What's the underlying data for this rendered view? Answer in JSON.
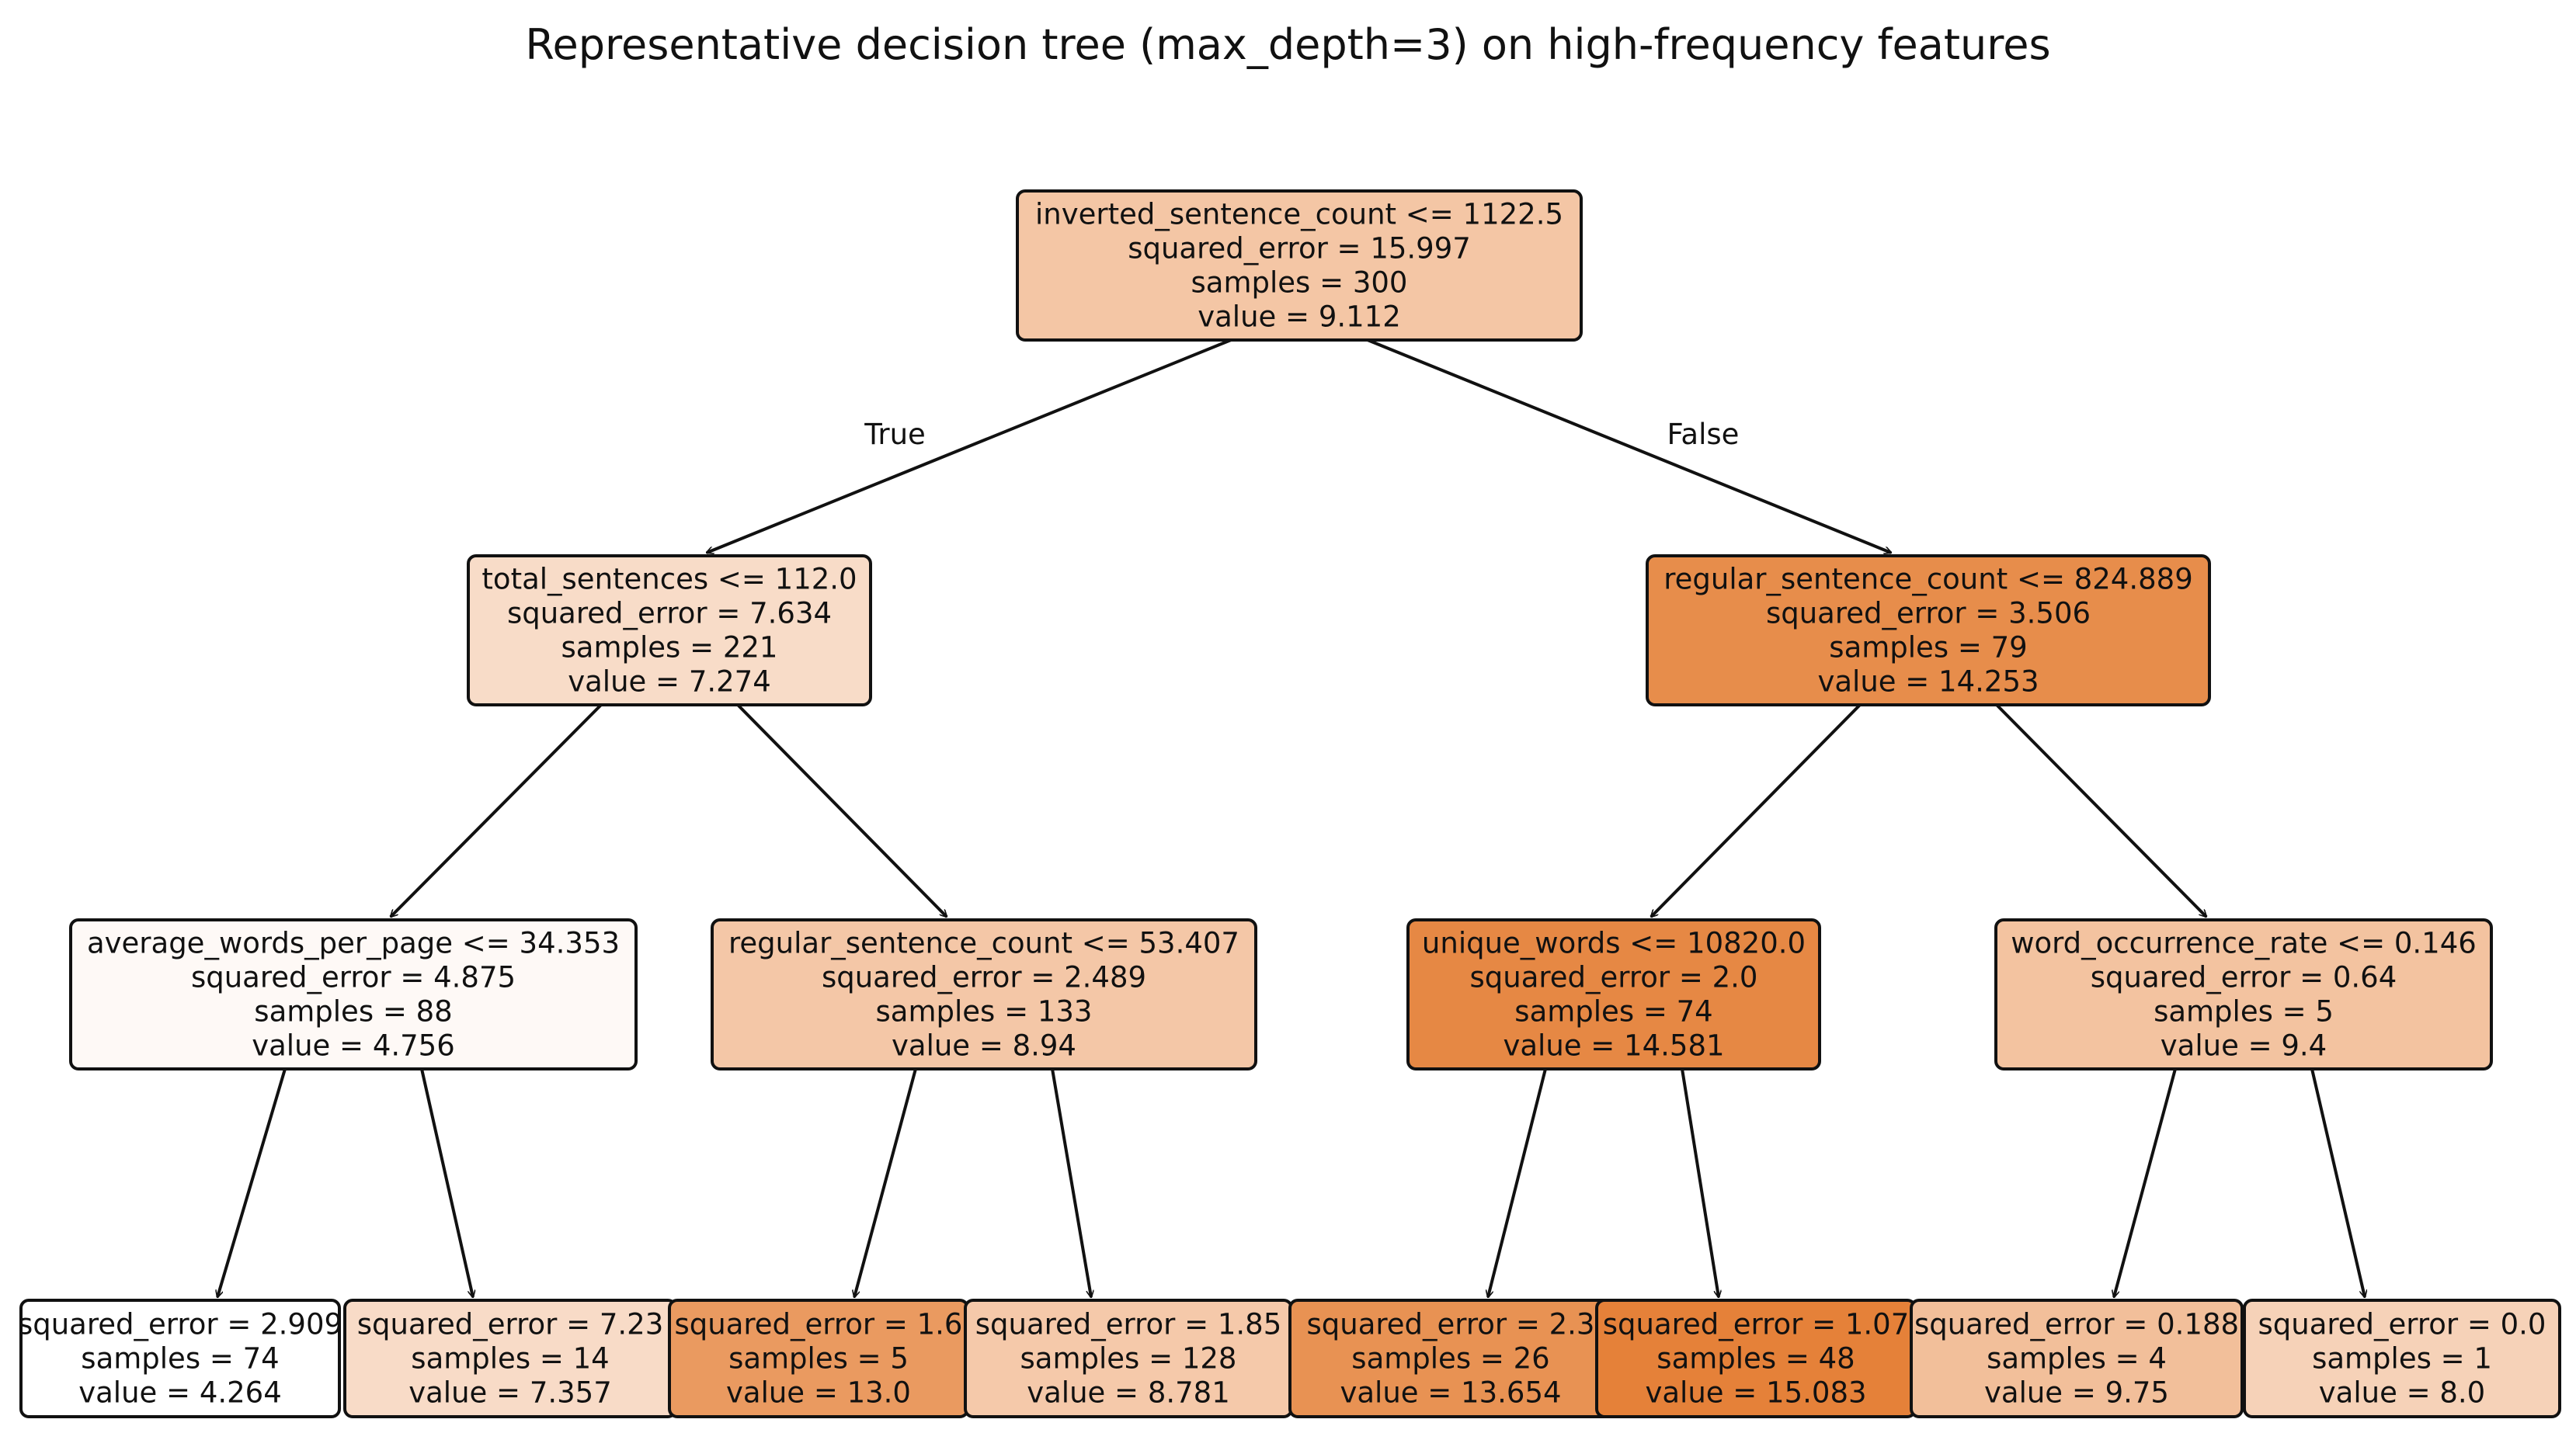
{
  "title": "Representative decision tree (max_depth=3) on high-frequency features",
  "edge_labels": {
    "true": "True",
    "false": "False"
  },
  "nodes": [
    {
      "id": "n0",
      "lines": [
        "inverted_sentence_count <= 1122.5",
        "squared_error = 15.997",
        "samples = 300",
        "value = 9.112"
      ],
      "fill": "#f4c6a5"
    },
    {
      "id": "n1",
      "lines": [
        "total_sentences <= 112.0",
        "squared_error = 7.634",
        "samples = 221",
        "value = 7.274"
      ],
      "fill": "#f8dcc8"
    },
    {
      "id": "n2",
      "lines": [
        "regular_sentence_count <= 824.889",
        "squared_error = 3.506",
        "samples = 79",
        "value = 14.253"
      ],
      "fill": "#e78d4b"
    },
    {
      "id": "n3",
      "lines": [
        "average_words_per_page <= 34.353",
        "squared_error = 4.875",
        "samples = 88",
        "value = 4.756"
      ],
      "fill": "#fef9f6"
    },
    {
      "id": "n4",
      "lines": [
        "regular_sentence_count <= 53.407",
        "squared_error = 2.489",
        "samples = 133",
        "value = 8.94"
      ],
      "fill": "#f4c7a7"
    },
    {
      "id": "n5",
      "lines": [
        "unique_words <= 10820.0",
        "squared_error = 2.0",
        "samples = 74",
        "value = 14.581"
      ],
      "fill": "#e68844"
    },
    {
      "id": "n6",
      "lines": [
        "word_occurrence_rate <= 0.146",
        "squared_error = 0.64",
        "samples = 5",
        "value = 9.4"
      ],
      "fill": "#f3c3a0"
    },
    {
      "id": "n7",
      "lines": [
        "squared_error = 2.909",
        "samples = 74",
        "value = 4.264"
      ],
      "fill": "#ffffff"
    },
    {
      "id": "n8",
      "lines": [
        "squared_error = 7.23",
        "samples = 14",
        "value = 7.357"
      ],
      "fill": "#f8dbc7"
    },
    {
      "id": "n9",
      "lines": [
        "squared_error = 1.6",
        "samples = 5",
        "value = 13.0"
      ],
      "fill": "#ea9a60"
    },
    {
      "id": "n10",
      "lines": [
        "squared_error = 1.85",
        "samples = 128",
        "value = 8.781"
      ],
      "fill": "#f5c9aa"
    },
    {
      "id": "n11",
      "lines": [
        "squared_error = 2.3",
        "samples = 26",
        "value = 13.654"
      ],
      "fill": "#e89253"
    },
    {
      "id": "n12",
      "lines": [
        "squared_error = 1.07",
        "samples = 48",
        "value = 15.083"
      ],
      "fill": "#e58139"
    },
    {
      "id": "n13",
      "lines": [
        "squared_error = 0.188",
        "samples = 4",
        "value = 9.75"
      ],
      "fill": "#f2bf9a"
    },
    {
      "id": "n14",
      "lines": [
        "squared_error = 0.0",
        "samples = 1",
        "value = 8.0"
      ],
      "fill": "#f6d2b8"
    }
  ],
  "edges": [
    {
      "from": "n0",
      "to": "n1",
      "label": "true"
    },
    {
      "from": "n0",
      "to": "n2",
      "label": "false"
    },
    {
      "from": "n1",
      "to": "n3"
    },
    {
      "from": "n1",
      "to": "n4"
    },
    {
      "from": "n2",
      "to": "n5"
    },
    {
      "from": "n2",
      "to": "n6"
    },
    {
      "from": "n3",
      "to": "n7"
    },
    {
      "from": "n3",
      "to": "n8"
    },
    {
      "from": "n4",
      "to": "n9"
    },
    {
      "from": "n4",
      "to": "n10"
    },
    {
      "from": "n5",
      "to": "n11"
    },
    {
      "from": "n5",
      "to": "n12"
    },
    {
      "from": "n6",
      "to": "n13"
    },
    {
      "from": "n6",
      "to": "n14"
    }
  ]
}
